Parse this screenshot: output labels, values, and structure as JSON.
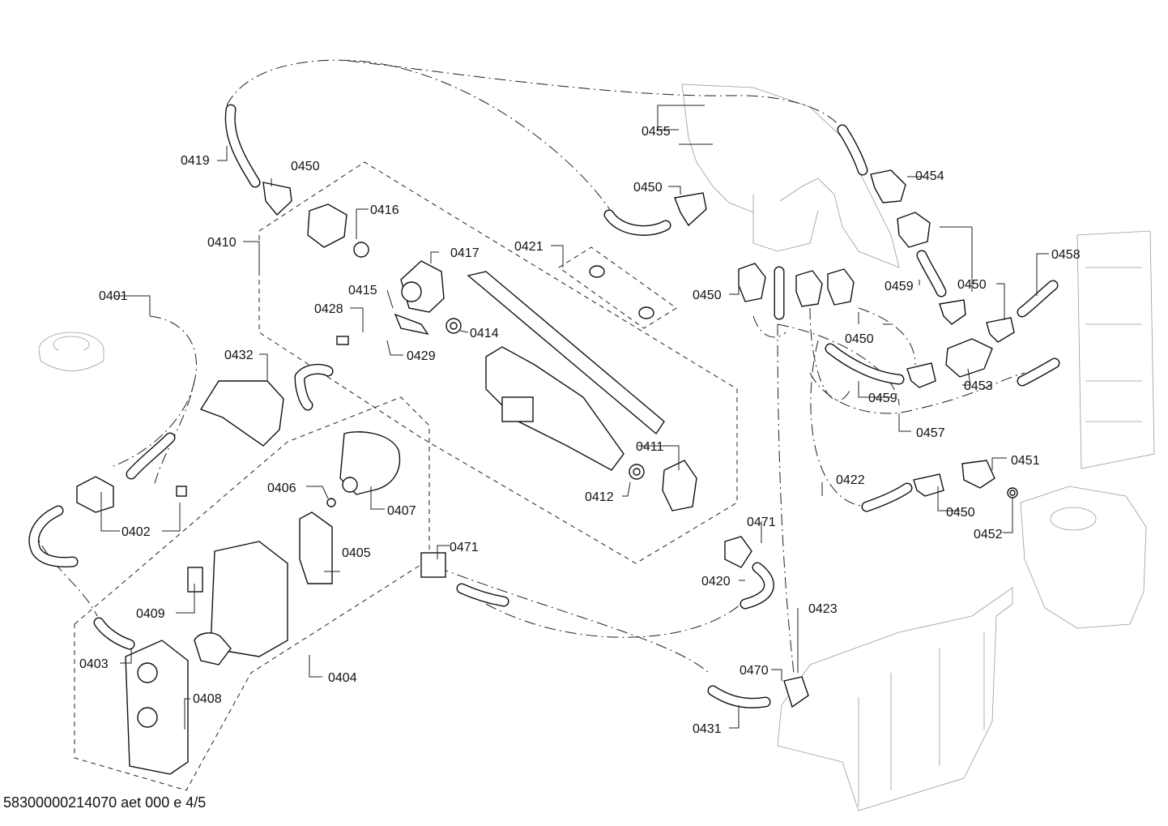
{
  "diagram": {
    "labels": [
      {
        "id": "0401",
        "text": "0401"
      },
      {
        "id": "0402",
        "text": "0402"
      },
      {
        "id": "0403",
        "text": "0403"
      },
      {
        "id": "0404",
        "text": "0404"
      },
      {
        "id": "0405",
        "text": "0405"
      },
      {
        "id": "0406",
        "text": "0406"
      },
      {
        "id": "0407",
        "text": "0407"
      },
      {
        "id": "0408",
        "text": "0408"
      },
      {
        "id": "0409",
        "text": "0409"
      },
      {
        "id": "0410",
        "text": "0410"
      },
      {
        "id": "0411",
        "text": "0411"
      },
      {
        "id": "0412",
        "text": "0412"
      },
      {
        "id": "0414",
        "text": "0414"
      },
      {
        "id": "0415",
        "text": "0415"
      },
      {
        "id": "0416",
        "text": "0416"
      },
      {
        "id": "0417",
        "text": "0417"
      },
      {
        "id": "0419",
        "text": "0419"
      },
      {
        "id": "0420",
        "text": "0420"
      },
      {
        "id": "0421",
        "text": "0421"
      },
      {
        "id": "0422",
        "text": "0422"
      },
      {
        "id": "0423",
        "text": "0423"
      },
      {
        "id": "0428",
        "text": "0428"
      },
      {
        "id": "0429",
        "text": "0429"
      },
      {
        "id": "0431",
        "text": "0431"
      },
      {
        "id": "0432",
        "text": "0432"
      },
      {
        "id": "0450a",
        "text": "0450"
      },
      {
        "id": "0450b",
        "text": "0450"
      },
      {
        "id": "0450c",
        "text": "0450"
      },
      {
        "id": "0450d",
        "text": "0450"
      },
      {
        "id": "0450e",
        "text": "0450"
      },
      {
        "id": "0450f",
        "text": "0450"
      },
      {
        "id": "0451",
        "text": "0451"
      },
      {
        "id": "0452",
        "text": "0452"
      },
      {
        "id": "0453",
        "text": "0453"
      },
      {
        "id": "0454",
        "text": "0454"
      },
      {
        "id": "0455",
        "text": "0455"
      },
      {
        "id": "0457",
        "text": "0457"
      },
      {
        "id": "0458",
        "text": "0458"
      },
      {
        "id": "0459a",
        "text": "0459"
      },
      {
        "id": "0459b",
        "text": "0459"
      },
      {
        "id": "0470",
        "text": "0470"
      },
      {
        "id": "0471a",
        "text": "0471"
      },
      {
        "id": "0471b",
        "text": "0471"
      }
    ]
  },
  "footer": {
    "document_code": "58300000214070 aet 000 e 4/5"
  }
}
